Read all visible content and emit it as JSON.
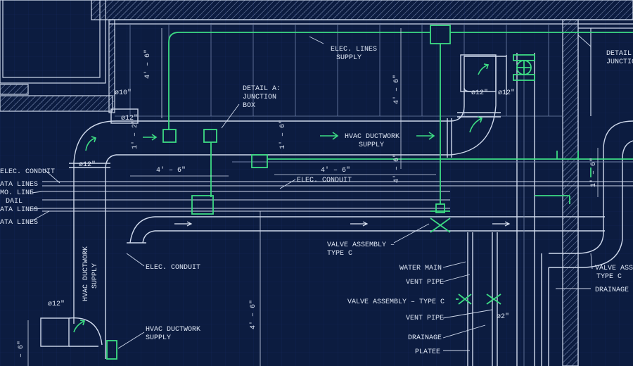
{
  "colors": {
    "background": "#0c1c40",
    "line_white": "#cfd9ec",
    "line_dim": "#6f81a8",
    "accent_green": "#3ddc84"
  },
  "labels": {
    "elec_lines_supply": [
      "ELEC. LINES",
      "SUPPLY"
    ],
    "detail_junction_right": [
      "DETAIL A",
      "JUNCTIO"
    ],
    "detail_a_junction_box": [
      "DETAIL A:",
      "JUNCTION",
      "BOX"
    ],
    "hvac_ductwork_supply_top": [
      "HVAC DUCTWORK",
      "SUPPLY"
    ],
    "elec_conduit_left": "ELEC. CONDUIT",
    "data_lines_1": "ATA LINES",
    "mo_line": "MO. LINE",
    "dail": "DAIL",
    "data_lines_2": "ATA LINES",
    "data_lines_3": "ATA LINES",
    "elec_conduit_mid": "ELEC. CONDUIT",
    "elec_conduit_lower": "ELEC. CONDUIT",
    "valve_assembly_c_1": [
      "VALVE ASSEMBLY –",
      "TYPE C"
    ],
    "water_main": "WATER MAIN",
    "vent_pipe_1": "VENT PIPE",
    "valve_assembly_c_2": "VALVE ASSEMBLY – TYPE C",
    "vent_pipe_2": "VENT PIPE",
    "drainage_1": "DRAINAGE",
    "plateee": "PLATEE",
    "valve_assembly_right": [
      "VALVE ASSE",
      "TYPE C"
    ],
    "drainage_right": "DRAINAGE",
    "hvac_ductwork_supply_vertical": [
      "HVAC DUCTWORK",
      "SUPPLY"
    ],
    "hvac_ductwork_supply_bottom": [
      "HVAC DUCTWORK",
      "SUPPLY"
    ]
  },
  "dimensions": {
    "d10": "ø10\"",
    "d12_a": "ø12\"",
    "d12_b": "ø12\"",
    "d12_c": "ø12\"",
    "d12_d": "ø12\"",
    "d12_e": "ø12\"",
    "d2": "ø2\"",
    "v_4_6_a": "4' – 6\"",
    "v_4_6_b": "4' – 6\"",
    "v_4_6_c": "4' – 6\"",
    "v_4_6_d": "4' – 6\"",
    "h_4_6_a": "4' – 6\"",
    "h_4_6_b": "4' – 6\"",
    "v_1_2": "1' – 2\"",
    "v_1_6_a": "1' – 6\"",
    "v_1_6_b": "1' – 6\"",
    "v_6": "– 6\""
  }
}
